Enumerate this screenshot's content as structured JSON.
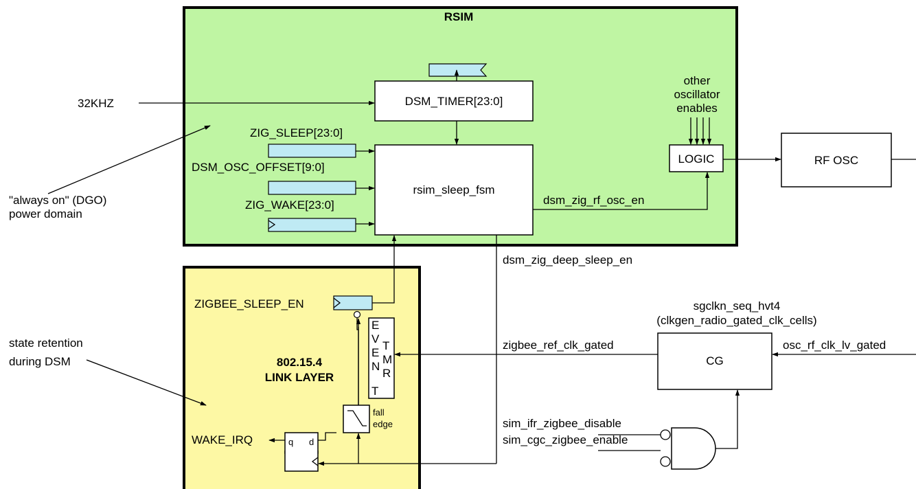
{
  "colors": {
    "rsim_fill": "#bff5a3",
    "link_layer_fill": "#fdf8a4",
    "register_fill": "#bfeaf4",
    "line": "#000000"
  },
  "rsim": {
    "title": "RSIM",
    "dsm_timer": "DSM_TIMER[23:0]",
    "fsm": "rsim_sleep_fsm",
    "zig_sleep": "ZIG_SLEEP[23:0]",
    "dsm_osc_offset": "DSM_OSC_OFFSET[9:0]",
    "zig_wake": "ZIG_WAKE[23:0]",
    "logic": "LOGIC",
    "other_osc_line1": "other",
    "other_osc_line2": "oscillator",
    "other_osc_line3": "enables",
    "dsm_zig_rf_osc_en": "dsm_zig_rf_osc_en"
  },
  "clock_input": "32KHZ",
  "rf_osc": "RF OSC",
  "always_on_line1": "\"always on\" (DGO)",
  "always_on_line2": "power domain",
  "state_retention_line1": "state retention",
  "state_retention_line2": "during DSM",
  "deep_sleep_signal": "dsm_zig_deep_sleep_en",
  "link_layer": {
    "title_line1": "802.15.4",
    "title_line2": "LINK LAYER",
    "zigbee_sleep_en": "ZIGBEE_SLEEP_EN",
    "event_letters": [
      "E",
      "V",
      "E",
      "N",
      "T"
    ],
    "tmr_letters": [
      "T",
      "M",
      "R"
    ],
    "fall_line1": "fall",
    "fall_line2": "edge",
    "wake_irq": "WAKE_IRQ",
    "ff_q": "q",
    "ff_d": "d"
  },
  "clock_gating": {
    "cell_line1": "sgclkn_seq_hvt4",
    "cell_line2": "(clkgen_radio_gated_clk_cells)",
    "cg": "CG",
    "ref_clk": "zigbee_ref_clk_gated",
    "osc_clk": "osc_rf_clk_lv_gated",
    "ifr_disable": "sim_ifr_zigbee_disable",
    "cgc_enable": "sim_cgc_zigbee_enable"
  }
}
